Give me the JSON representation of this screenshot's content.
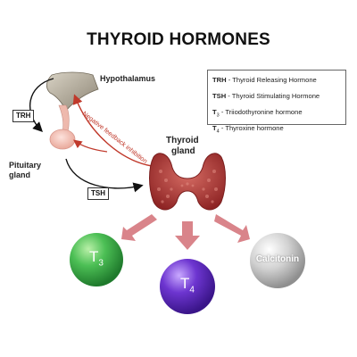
{
  "title": "THYROID HORMONES",
  "labels": {
    "hypothalamus": "Hypothalamus",
    "pituitary_line1": "Pituitary",
    "pituitary_line2": "gland",
    "thyroid_line1": "Thyroid",
    "thyroid_line2": "gland",
    "trh_tag": "TRH",
    "tsh_tag": "TSH",
    "feedback": "Negative feedback inhibition"
  },
  "legend": {
    "rows": [
      {
        "abbr": "TRH",
        "sub": "",
        "desc": " - Thyroid Releasing Hormone"
      },
      {
        "abbr": "TSH",
        "sub": "",
        "desc": " - Thyroid Stimulating Hormone"
      },
      {
        "abbr": "T",
        "sub": "3",
        "desc": " - Triiodothyronine hormone"
      },
      {
        "abbr": "T",
        "sub": "4",
        "desc": " - Thyroxine hormone"
      }
    ]
  },
  "hormones": [
    {
      "main": "T",
      "sub": "3",
      "color": "#3fb34f"
    },
    {
      "main": "T",
      "sub": "4",
      "color": "#6a33c9"
    },
    {
      "main": "Calcitonin",
      "sub": "",
      "color": "#c9c9c9"
    }
  ],
  "colors": {
    "feedback_red": "#c0392b",
    "thyroid": "#b33a3a",
    "arrow_pink": "#d9848a"
  }
}
